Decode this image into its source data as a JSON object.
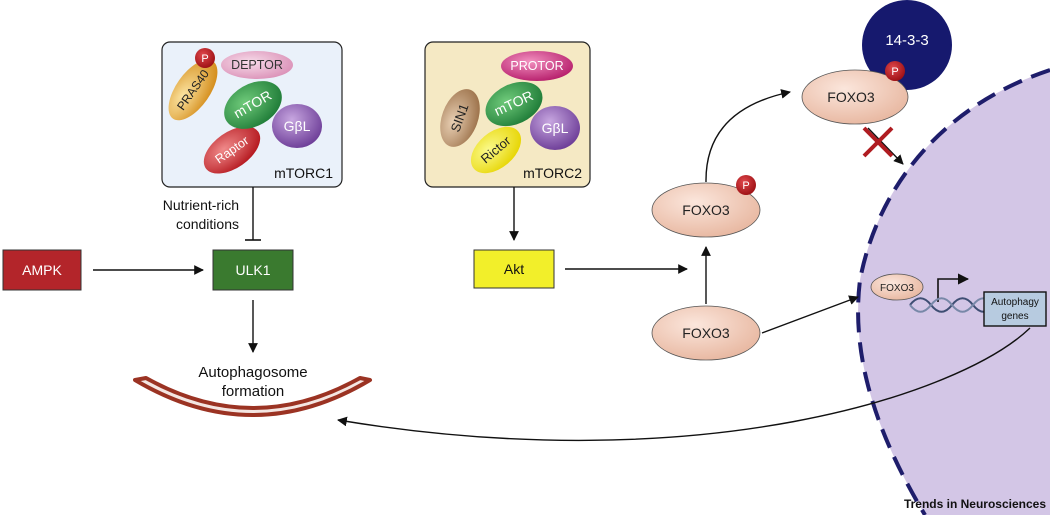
{
  "colors": {
    "ampk": "#b3252a",
    "ulk1": "#3a7a2f",
    "akt": "#f2ef2a",
    "foxo": "#f0c4ae",
    "phospho": "#b8161b",
    "nucleus_fill": "#d3c6e6",
    "nucleus_border": "#1e1d6b",
    "block_cross": "#b01c21",
    "phagophore": "#9b3323",
    "protein_1433": "#16196e",
    "mtorc1_bg": "#eaf1fa",
    "mtorc2_bg": "#f5e9c4"
  },
  "mtorc1": {
    "label": "mTORC1",
    "pras40": "PRAS40",
    "deptor": "DEPTOR",
    "mtor": "mTOR",
    "gbl": "GβL",
    "raptor": "Raptor",
    "p": "P"
  },
  "mtorc2": {
    "label": "mTORC2",
    "protor": "PROTOR",
    "sin1": "SIN1",
    "mtor": "mTOR",
    "gbl": "GβL",
    "rictor": "Rictor"
  },
  "condition": {
    "line1": "Nutrient-rich",
    "line2": "conditions"
  },
  "nodes": {
    "ampk": "AMPK",
    "ulk1": "ULK1",
    "akt": "Akt",
    "autophagosome_line1": "Autophagosome",
    "autophagosome_line2": "formation"
  },
  "foxo": {
    "phospho_label": "FOXO3",
    "phospho_p": "P",
    "unphospho_label": "FOXO3",
    "sequestered_label": "FOXO3",
    "sequestered_p": "P",
    "partner": "14-3-3",
    "nuclear_label": "FOXO3"
  },
  "genes": {
    "line1": "Autophagy",
    "line2": "genes"
  },
  "credit": "Trends in Neurosciences"
}
